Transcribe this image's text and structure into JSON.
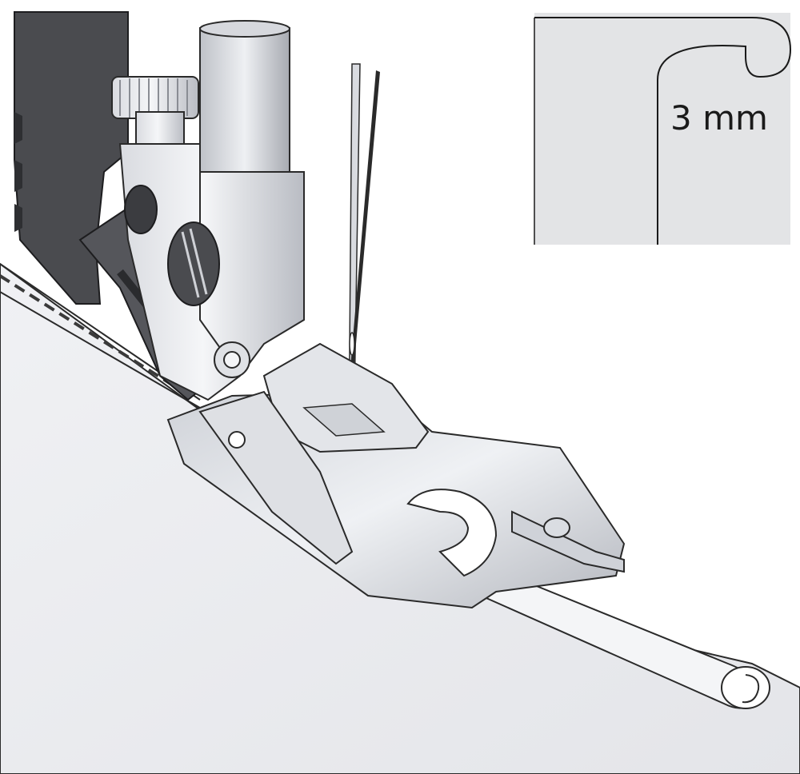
{
  "diagram": {
    "inset": {
      "hem_width_label": "3 mm"
    },
    "colors": {
      "background": "#ffffff",
      "fabric": "#e9eaee",
      "fabric_edge": "#2a2a2a",
      "metal_light": "#eef0f3",
      "metal_mid": "#c9ccd2",
      "metal_dark": "#7d8088",
      "shank_dark": "#4a4b4f",
      "inset_panel": "#e3e4e6",
      "stitch": "#3a3a3a"
    },
    "icons": [
      "rolled-hem-presser-foot",
      "sewing-needle",
      "presser-bar",
      "thumb-screw",
      "rolled-fabric-hem"
    ]
  }
}
